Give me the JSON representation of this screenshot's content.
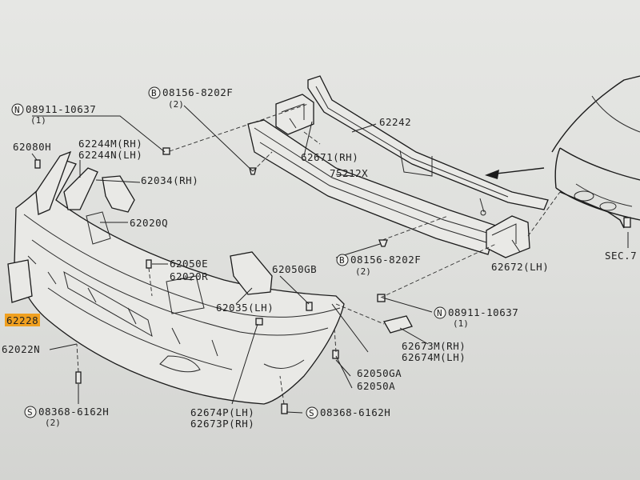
{
  "diagram": {
    "labels": {
      "p08156a": "08156-8202F",
      "q08156a": "(2)",
      "p08911a": "08911-10637",
      "q08911a": "(1)",
      "p62080h": "62080H",
      "p62244m": "62244M(RH)",
      "p62244n": "62244N(LH)",
      "p62034": "62034(RH)",
      "p62020q": "62020Q",
      "p62050e": "62050E",
      "p62020r": "62020R",
      "p62035": "62035(LH)",
      "p62228": "62228",
      "p62022n": "62022N",
      "p08368a": "08368-6162H",
      "q08368a": "(2)",
      "p62674p": "62674P(LH)",
      "p62673p": "62673P(RH)",
      "p08368b": "08368-6162H",
      "p62050gb": "62050GB",
      "p08156b": "08156-8202F",
      "q08156b": "(2)",
      "p62050ga": "62050GA",
      "p62050a": "62050A",
      "p62673m": "62673M(RH)",
      "p62674m": "62674M(LH)",
      "p08911b": "08911-10637",
      "q08911b": "(1)",
      "p62242": "62242",
      "p62671": "62671(RH)",
      "p75212x": "75212X",
      "p62672": "62672(LH)",
      "psec": "SEC.7"
    },
    "symbols": {
      "bolt": "B",
      "nut": "N",
      "screw": "S"
    },
    "highlight_color": "#f0a020"
  }
}
